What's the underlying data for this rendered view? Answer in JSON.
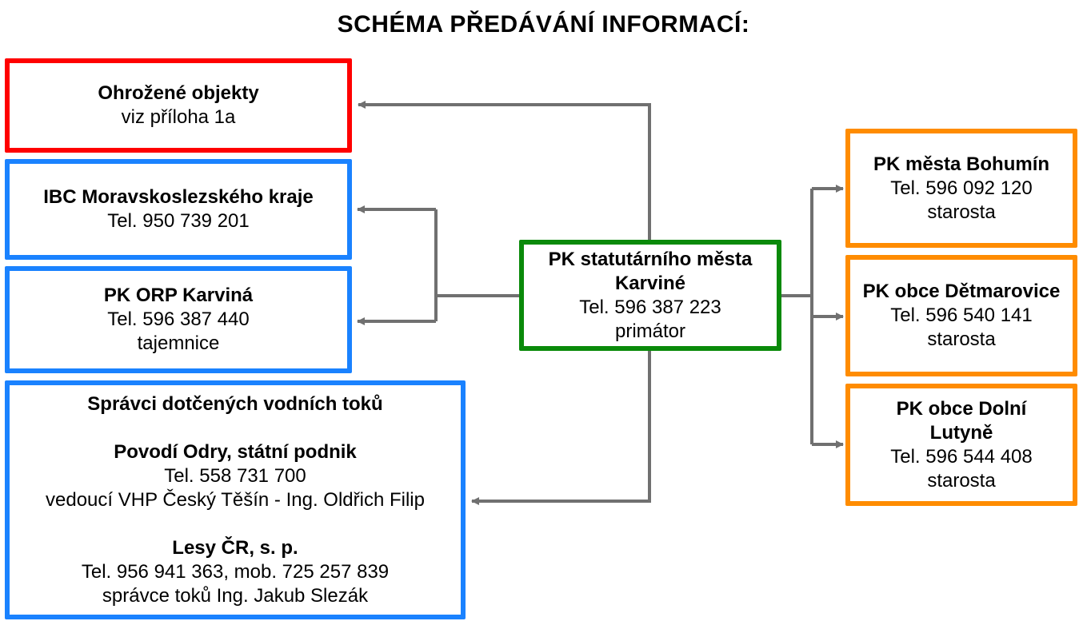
{
  "title": "SCHÉMA PŘEDÁVÁNÍ INFORMACÍ:",
  "center": {
    "name_line1": "PK statutárního města",
    "name_line2": "Karviné",
    "phone": "Tel. 596 387 223",
    "role": "primátor"
  },
  "left": {
    "threatened": {
      "name": "Ohrožené objekty",
      "note": "viz příloha 1a"
    },
    "ibc": {
      "name": "IBC Moravskoslezského kraje",
      "phone": "Tel. 950 739 201"
    },
    "orp": {
      "name": "PK ORP Karviná",
      "phone": "Tel. 596 387 440",
      "role": "tajemnice"
    },
    "rivers": {
      "heading": "Správci dotčených vodních toků",
      "odra_name": "Povodí Odry, státní podnik",
      "odra_phone": "Tel. 558 731 700",
      "odra_contact": "vedoucí VHP Český Těšín - Ing. Oldřich Filip",
      "lesy_name": "Lesy ČR, s. p.",
      "lesy_phone": "Tel. 956 941 363, mob. 725 257 839",
      "lesy_contact": "správce toků Ing. Jakub Slezák"
    }
  },
  "right": {
    "bohumin": {
      "name": "PK města Bohumín",
      "phone": "Tel. 596 092 120",
      "role": "starosta"
    },
    "detmarovice": {
      "name": "PK obce Dětmarovice",
      "phone": "Tel. 596 540 141",
      "role": "starosta"
    },
    "lutyne": {
      "name_line1": "PK obce Dolní",
      "name_line2": "Lutyně",
      "phone": "Tel. 596 544 408",
      "role": "starosta"
    }
  },
  "colors": {
    "threatened": "#ff0000",
    "authority": "#1a82ff",
    "center": "#0a8a0a",
    "municipality": "#ff8c00",
    "connector": "#707070"
  }
}
